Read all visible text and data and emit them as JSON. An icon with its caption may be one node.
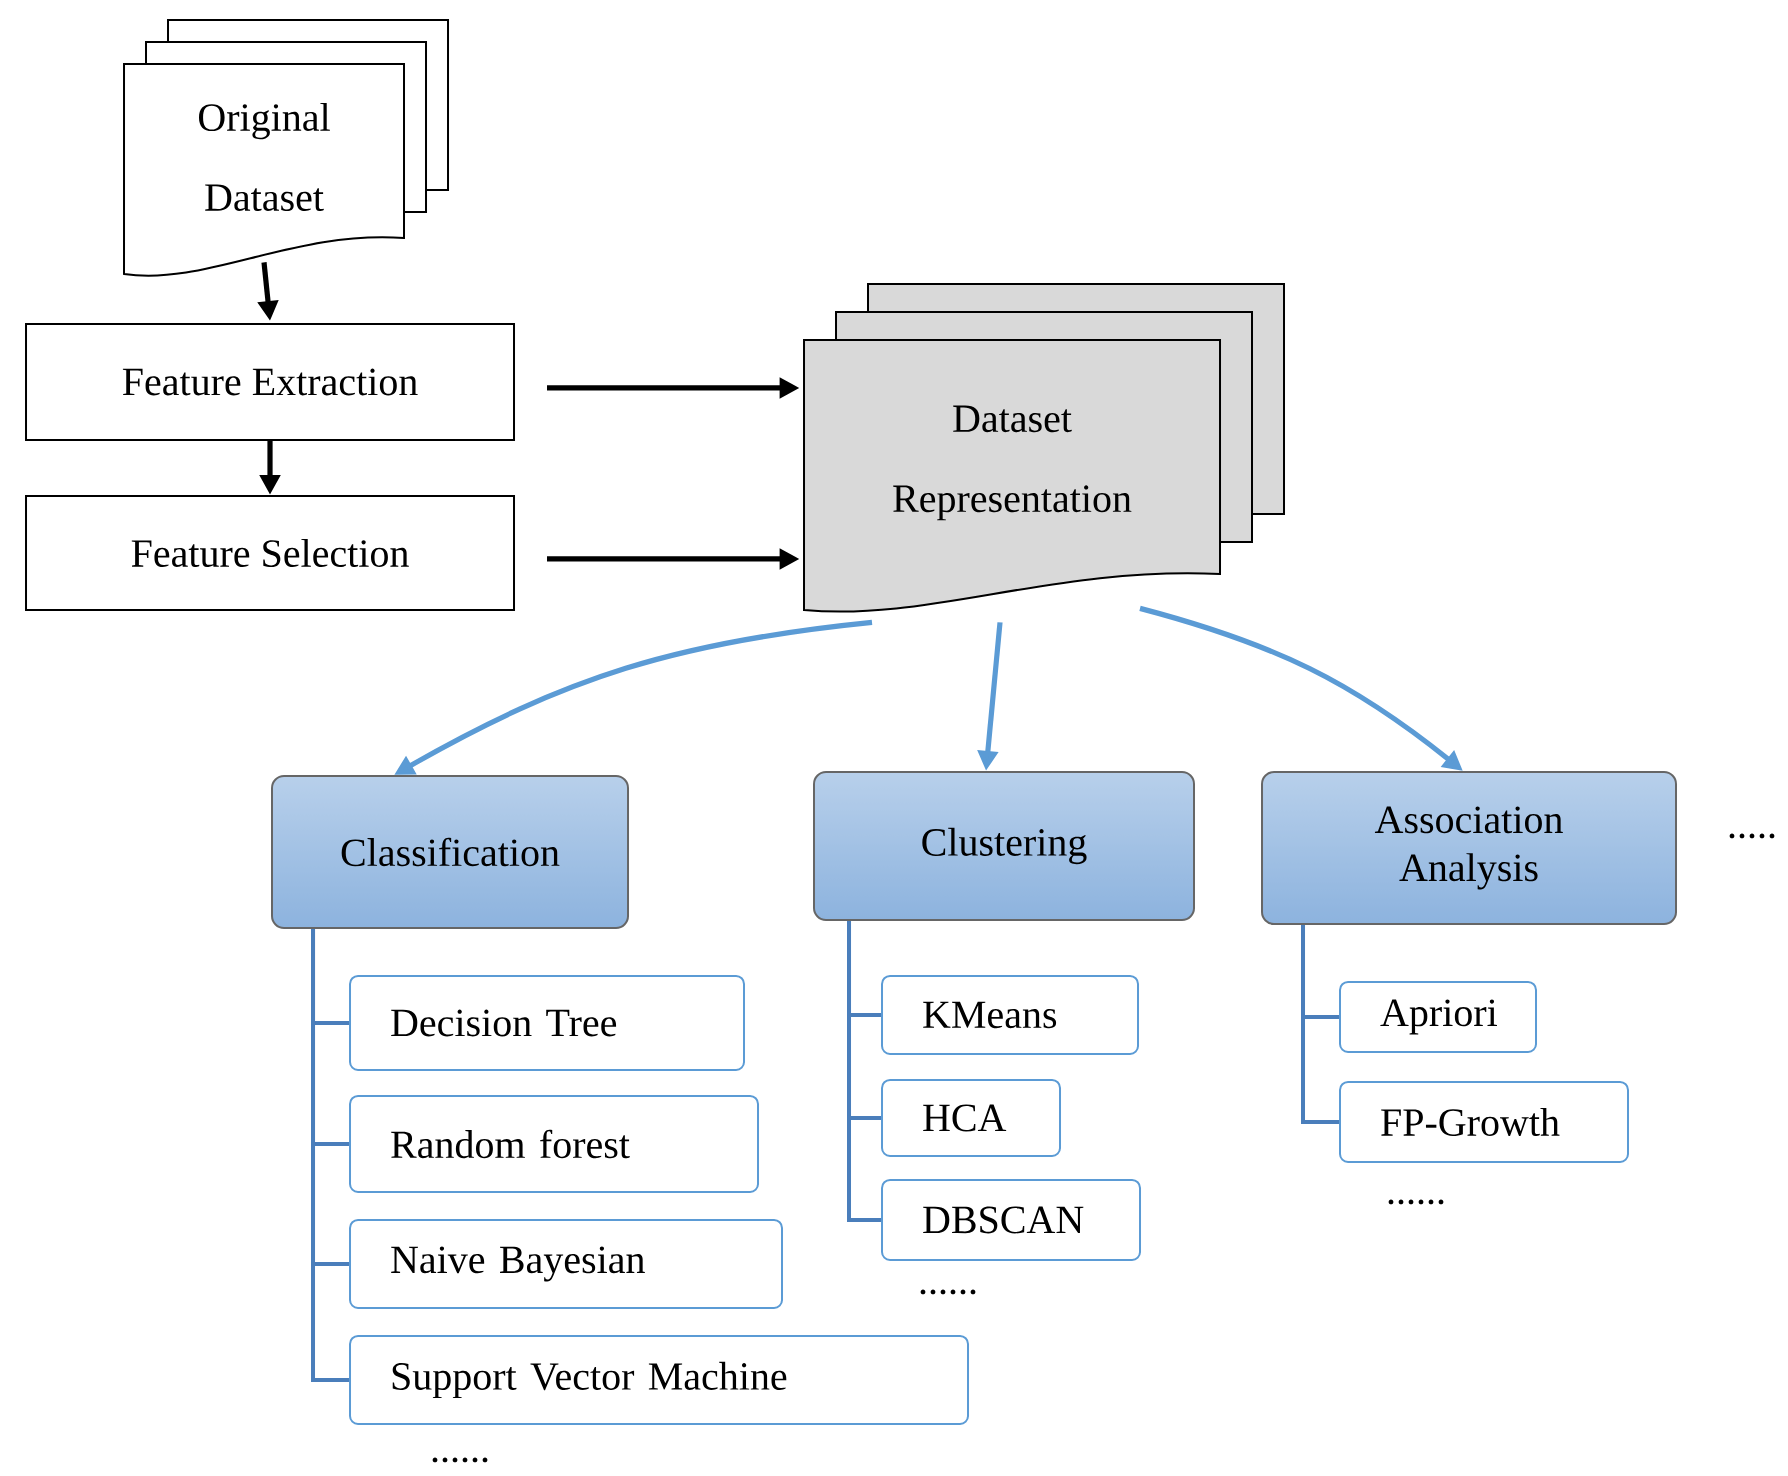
{
  "diagram": {
    "nodes": [
      {
        "text": [
          "Original Dataset"
        ]
      },
      {
        "text": [
          "Feature Extraction"
        ]
      },
      {
        "text": [
          "Feature Selection"
        ]
      },
      {
        "text": [
          "Dataset Representation"
        ]
      },
      {
        "text": [
          "Classification"
        ]
      },
      {
        "text": [
          "Clustering"
        ]
      },
      {
        "text": [
          "Association Analysis"
        ]
      },
      {
        "text": [
          "Decision Tree"
        ]
      },
      {
        "text": [
          "Random forest"
        ]
      },
      {
        "text": [
          "Naive Bayesian"
        ]
      },
      {
        "text": [
          "Support Vector Machine"
        ]
      },
      {
        "text": [
          "KMeans"
        ]
      },
      {
        "text": [
          "HCA"
        ]
      },
      {
        "text": [
          "DBSCAN"
        ]
      },
      {
        "text": [
          "Apriori"
        ]
      },
      {
        "text": [
          "FP-Growth"
        ]
      }
    ],
    "edges": [
      {
        "from": 0,
        "to": 1,
        "arrow": "to",
        "color": "#000000"
      },
      {
        "from": 1,
        "to": 2,
        "arrow": "to",
        "color": "#000000"
      },
      {
        "from": 1,
        "to": 3,
        "arrow": "to",
        "color": "#000000"
      },
      {
        "from": 2,
        "to": 3,
        "arrow": "to",
        "color": "#000000"
      },
      {
        "from": 3,
        "to": 4,
        "arrow": "to",
        "color": "#5b9bd5"
      },
      {
        "from": 3,
        "to": 5,
        "arrow": "to",
        "color": "#5b9bd5"
      },
      {
        "from": 3,
        "to": 6,
        "arrow": "to",
        "color": "#5b9bd5"
      },
      {
        "from": 4,
        "to": 7,
        "arrow": "none"
      },
      {
        "from": 4,
        "to": 8,
        "arrow": "none"
      },
      {
        "from": 4,
        "to": 9,
        "arrow": "none"
      },
      {
        "from": 4,
        "to": 10,
        "arrow": "none"
      },
      {
        "from": 5,
        "to": 11,
        "arrow": "none"
      },
      {
        "from": 5,
        "to": 12,
        "arrow": "none"
      },
      {
        "from": 5,
        "to": 13,
        "arrow": "none"
      },
      {
        "from": 6,
        "to": 14,
        "arrow": "none"
      },
      {
        "from": 6,
        "to": 15,
        "arrow": "none"
      }
    ],
    "labels": [
      "......",
      "......",
      "......",
      "....."
    ]
  }
}
